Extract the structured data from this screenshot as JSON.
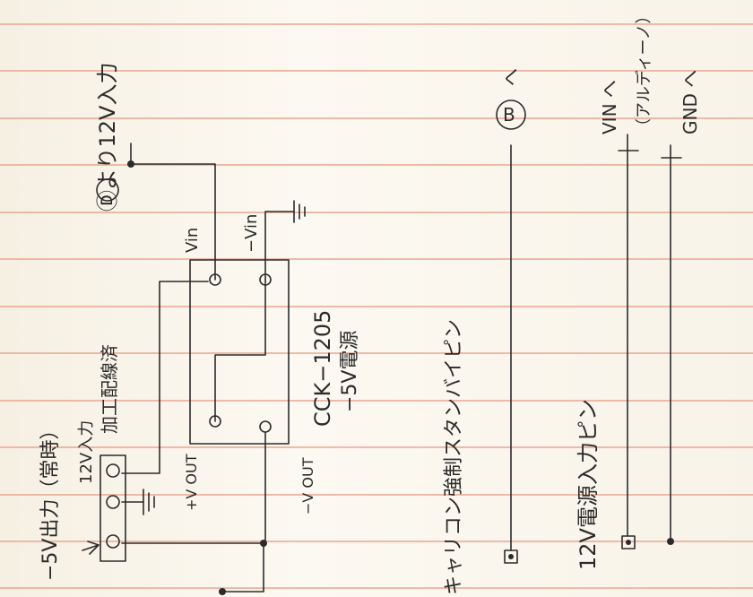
{
  "notes": {
    "title_output": "−5V出力（常時）",
    "input_12v": "12V入力",
    "wiring_done": "加工配線済",
    "out_plus": "+V OUT",
    "out_minus": "−V OUT",
    "vin_label": "Vin",
    "minus_vin_label": "−Vin",
    "module_name": "CCK−1205",
    "module_desc": "−5V電源",
    "d_input": "Ⓓより12V入力",
    "d_letter": "D",
    "b_mark": "B",
    "b_arrow": "へ",
    "standby_pin": "キャリコン強制スタンバイピン",
    "power_pin": "12V電源入力ピン",
    "vin_to": "VIN へ",
    "aldi": "（アルディーノ）",
    "gnd_to": "GND へ"
  },
  "colors": {
    "paper": "#fbf7ee",
    "rule": "#e9a58f",
    "ink": "#2b2b2b"
  }
}
